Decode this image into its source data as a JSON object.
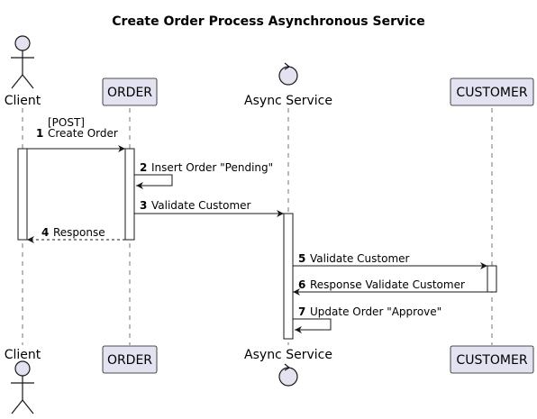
{
  "title": "Create Order Process Asynchronous Service",
  "colors": {
    "box_fill": "#e2e2f0",
    "box_stroke": "#181818",
    "lifeline": "#181818",
    "activation_fill": "#ffffff",
    "arrow": "#181818",
    "background": "#ffffff"
  },
  "participants": [
    {
      "id": "client",
      "label": "Client",
      "kind": "actor",
      "icon": "actor-stickfigure-icon"
    },
    {
      "id": "order",
      "label": "ORDER",
      "kind": "participant"
    },
    {
      "id": "async",
      "label": "Async Service",
      "kind": "control",
      "icon": "control-circle-icon"
    },
    {
      "id": "customer",
      "label": "CUSTOMER",
      "kind": "participant"
    }
  ],
  "messages": [
    {
      "num": "1",
      "lines": [
        "[POST]",
        "Create Order"
      ],
      "from": "client",
      "to": "order",
      "style": "solid"
    },
    {
      "num": "2",
      "lines": [
        "Insert Order \"Pending\""
      ],
      "from": "order",
      "to": "order",
      "style": "solid"
    },
    {
      "num": "3",
      "lines": [
        "Validate Customer"
      ],
      "from": "order",
      "to": "async",
      "style": "solid"
    },
    {
      "num": "4",
      "lines": [
        "Response"
      ],
      "from": "order",
      "to": "client",
      "style": "dashed"
    },
    {
      "num": "5",
      "lines": [
        "Validate Customer"
      ],
      "from": "async",
      "to": "customer",
      "style": "solid"
    },
    {
      "num": "6",
      "lines": [
        "Response Validate Customer"
      ],
      "from": "customer",
      "to": "async",
      "style": "solid"
    },
    {
      "num": "7",
      "lines": [
        "Update Order \"Approve\""
      ],
      "from": "async",
      "to": "async",
      "style": "solid"
    }
  ]
}
